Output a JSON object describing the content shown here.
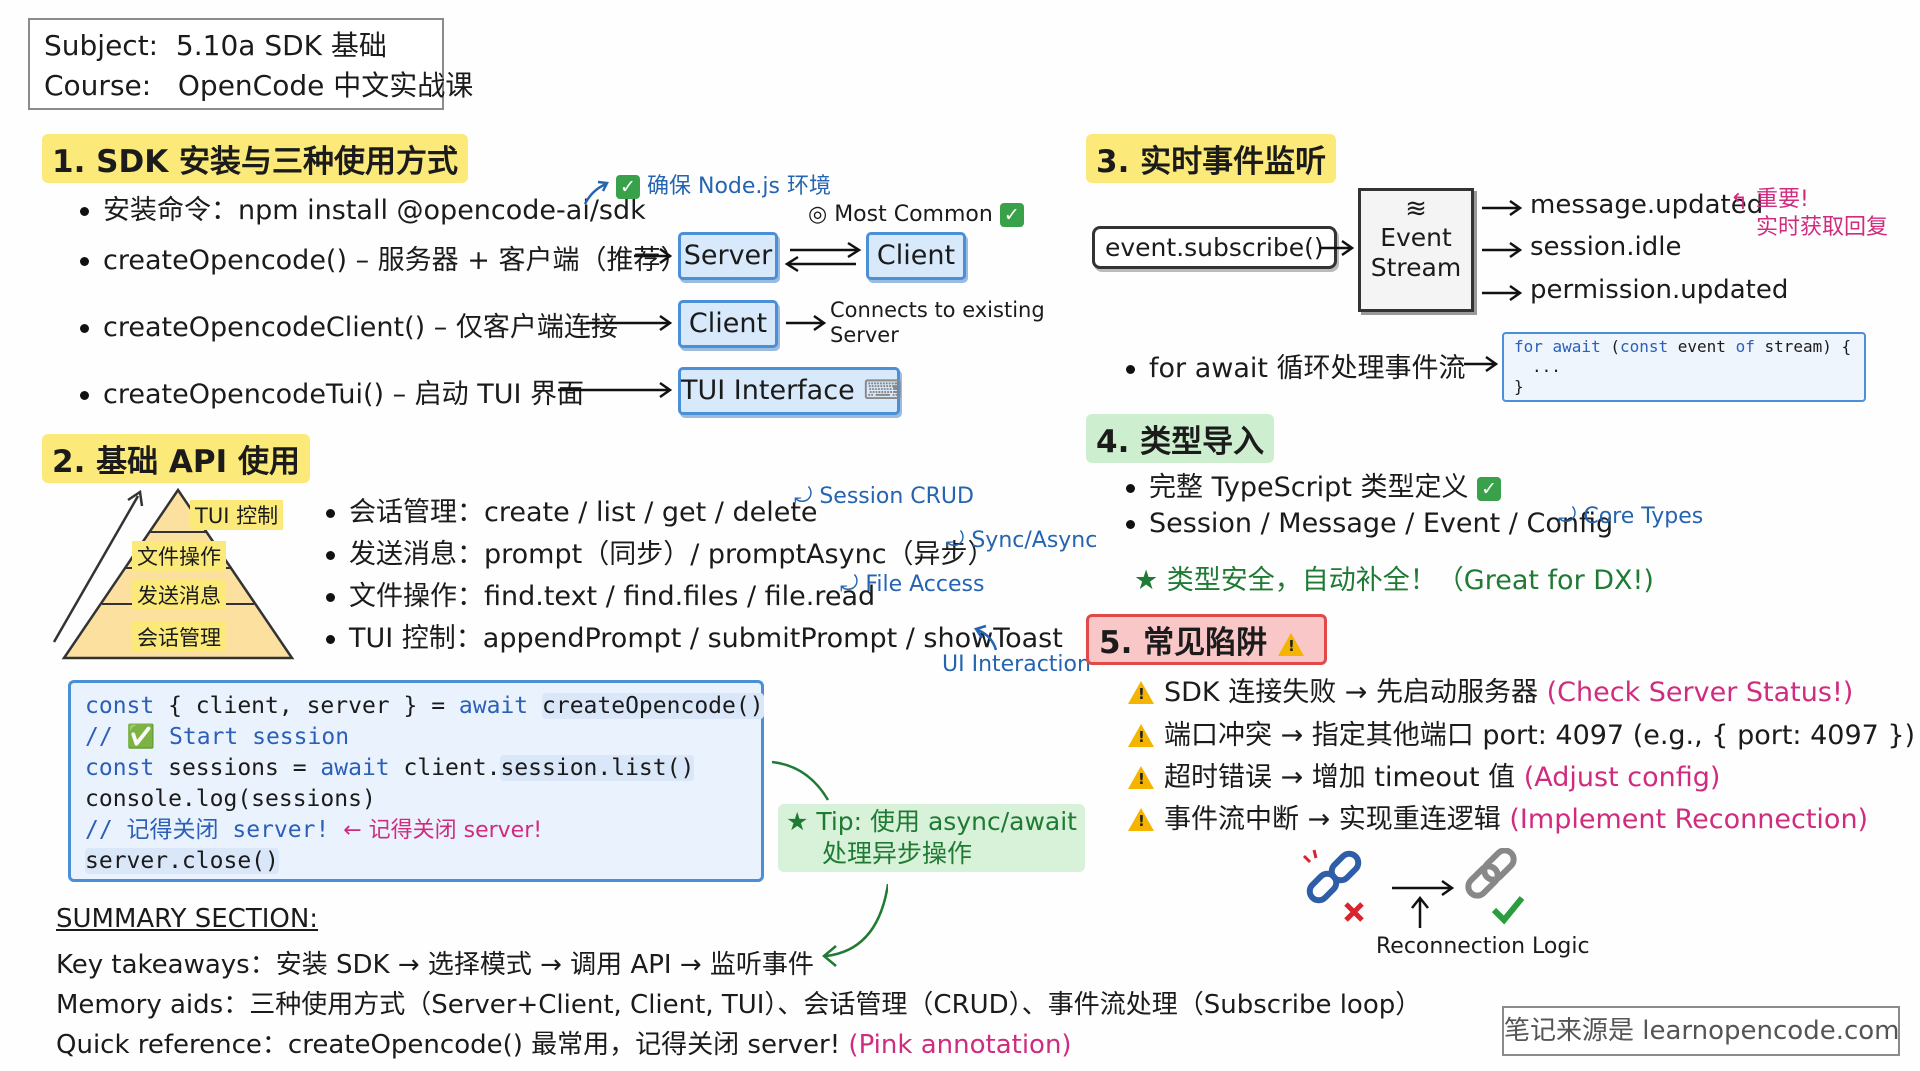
{
  "header": {
    "subject_label": "Subject:",
    "subject_value": "5.10a SDK 基础",
    "course_label": "Course:",
    "course_value": "OpenCode 中文实战课"
  },
  "sec1": {
    "title": "1. SDK 安装与三种使用方式",
    "install": "安装命令：npm install @opencode-ai/sdk",
    "install_note": "确保 Node.js 环境",
    "create": "createOpencode() – 服务器 + 客户端（推荐）",
    "most_common": "Most Common",
    "server_btn": "Server",
    "client_btn": "Client",
    "create_client": "createOpencodeClient() – 仅客户端连接",
    "client_btn2": "Client",
    "connects_note_1": "Connects to existing",
    "connects_note_2": "Server",
    "create_tui": "createOpencodeTui() – 启动 TUI 界面",
    "tui_btn": "TUI Interface"
  },
  "sec2": {
    "title": "2. 基础 API 使用",
    "pyramid": [
      "TUI 控制",
      "文件操作",
      "发送消息",
      "会话管理"
    ],
    "items": [
      {
        "text": "会话管理：create / list / get / delete",
        "note": "Session CRUD"
      },
      {
        "text": "发送消息：prompt（同步）/ promptAsync（异步）",
        "note": "Sync/Async"
      },
      {
        "text": "文件操作：find.text / find.files / file.read",
        "note": "File Access"
      },
      {
        "text": "TUI 控制：appendPrompt / submitPrompt / showToast",
        "note": "UI Interaction"
      }
    ],
    "code": {
      "l1_kw1": "const",
      "l1_mid": " { client, server } = ",
      "l1_kw2": "await",
      "l1_call": "createOpencode()",
      "l2": "// ✅ Start session",
      "l3_kw1": "const",
      "l3_mid": " sessions = ",
      "l3_kw2": "await",
      "l3_obj": " client.",
      "l3_call": "session.list()",
      "l4": "console.log(sessions)",
      "l5": "// 记得关闭 server!",
      "l5_note": "← 记得关闭 server!",
      "l6": "server.close()"
    },
    "tip_1": "★ Tip: 使用 async/await",
    "tip_2": "处理异步操作"
  },
  "sec3": {
    "title": "3. 实时事件监听",
    "subscribe": "event.subscribe()",
    "stream_1": "Event",
    "stream_2": "Stream",
    "events": [
      "message.updated",
      "session.idle",
      "permission.updated"
    ],
    "important_1": "重要!",
    "important_2": "实时获取回复",
    "loop": "for await 循环处理事件流",
    "code_kw1": "for await",
    "code_kw2": "const",
    "code_mid": " event ",
    "code_kw3": "of",
    "code_end": " stream) {",
    "code_dots": "...",
    "code_close": "}"
  },
  "sec4": {
    "title": "4. 类型导入",
    "item1": "完整 TypeScript 类型定义",
    "item2": "Session / Message / Event / Config",
    "item2_note": "Core Types",
    "star": "★ 类型安全，自动补全！（Great for DX!)"
  },
  "sec5": {
    "title": "5. 常见陷阱",
    "items": [
      {
        "text": "SDK 连接失败 → 先启动服务器",
        "note": "(Check Server Status!)"
      },
      {
        "text": "端口冲突 → 指定其他端口 port: 4097 (e.g., { port: 4097 })",
        "note": ""
      },
      {
        "text": "超时错误 → 增加 timeout 值",
        "note": "(Adjust config)"
      },
      {
        "text": "事件流中断 → 实现重连逻辑",
        "note": "(Implement Reconnection)"
      }
    ],
    "reconnect": "Reconnection Logic"
  },
  "summary": {
    "title": "SUMMARY SECTION:",
    "line1": "Key takeaways：安装 SDK → 选择模式 → 调用 API → 监听事件",
    "line2": "Memory aids：三种使用方式（Server+Client, Client, TUI）、会话管理（CRUD）、事件流处理（Subscribe loop）",
    "line3_main": "Quick reference：createOpencode() 最常用，记得关闭 server!",
    "line3_note": "(Pink annotation)"
  },
  "footer": "笔记来源是 learnopencode.com",
  "colors": {
    "yellow": "#fbe97a",
    "green": "#cdeecf",
    "red": "#e24a4a",
    "blue": "#4b8fd6",
    "pink": "#d02c7f"
  }
}
